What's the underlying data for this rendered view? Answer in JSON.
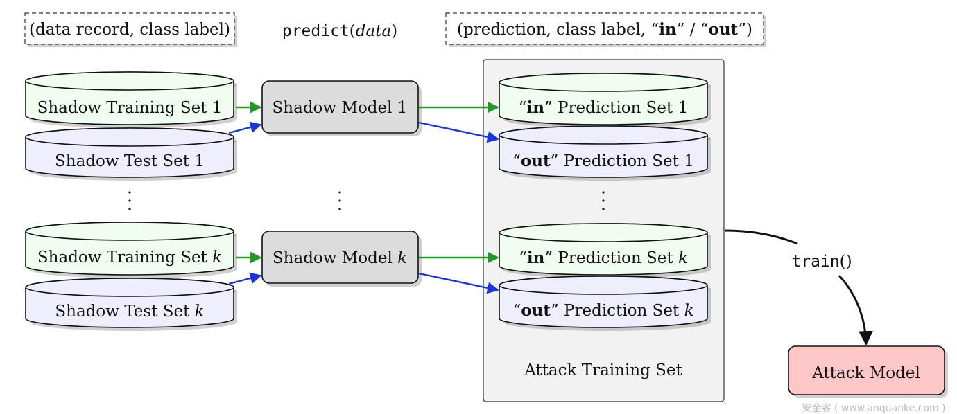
{
  "labels": {
    "record_format": "(data record, class label)",
    "predict_fn": "predict",
    "predict_arg": "data",
    "output_format_pre": "(prediction, class label, “",
    "in_word": "in",
    "output_format_mid": "” / “",
    "out_word": "out",
    "output_format_post": "”)",
    "train_fn": "train",
    "train_parens": "()",
    "attack_set": "Attack Training Set",
    "attack_model": "Attack Model",
    "watermark": "安全客 ( www.anquanke.com )"
  },
  "groups": [
    {
      "train_set_prefix": "Shadow Training Set ",
      "train_set_index": "1",
      "test_set_prefix": "Shadow Test Set ",
      "test_set_index": "1",
      "model_prefix": "Shadow Model ",
      "model_index": "1",
      "in_pred_open": "“",
      "in_pred_word": "in",
      "in_pred_suffix": "” Prediction Set ",
      "in_pred_index": "1",
      "out_pred_open": "“",
      "out_pred_word": "out",
      "out_pred_suffix": "” Prediction Set ",
      "out_pred_index": "1"
    },
    {
      "train_set_prefix": "Shadow Training Set ",
      "train_set_index": "k",
      "test_set_prefix": "Shadow Test Set ",
      "test_set_index": "k",
      "model_prefix": "Shadow Model ",
      "model_index": "k",
      "in_pred_open": "“",
      "in_pred_word": "in",
      "in_pred_suffix": "” Prediction Set ",
      "in_pred_index": "k",
      "out_pred_open": "“",
      "out_pred_word": "out",
      "out_pred_suffix": "” Prediction Set ",
      "out_pred_index": "k"
    }
  ],
  "colors": {
    "train_fill": "#f0fdf0",
    "test_fill": "#eeeefc",
    "model_fill": "#dcdcdc",
    "attack_fill": "#ffc8c8",
    "panel_fill": "#f2f2f2",
    "in_arrow": "#229922",
    "out_arrow": "#1a33e6"
  }
}
